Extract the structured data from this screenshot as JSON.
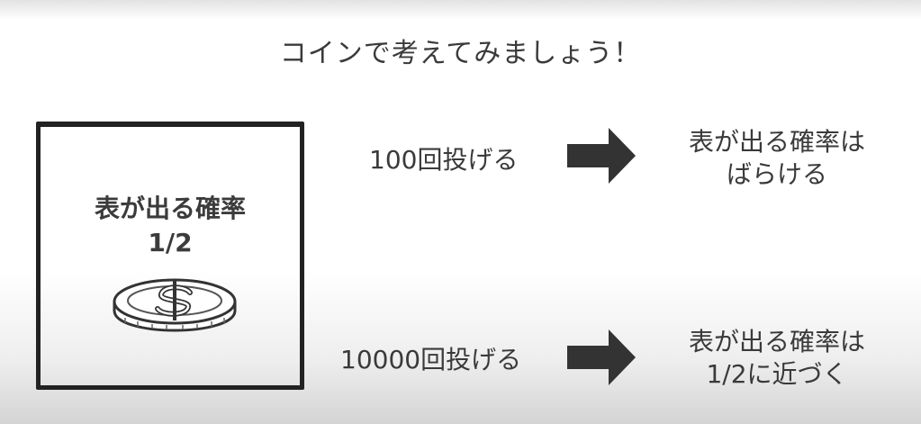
{
  "title": "コインで考えてみましょう！",
  "box": {
    "label_line1": "表が出る確率",
    "label_line2": "1/2",
    "coin_icon": "dollar-coin-icon"
  },
  "rows": [
    {
      "label": "100回投げる",
      "arrow_icon": "right-arrow-icon",
      "result_line1": "表が出る確率は",
      "result_line2": "ばらける"
    },
    {
      "label": "10000回投げる",
      "arrow_icon": "right-arrow-icon",
      "result_line1": "表が出る確率は",
      "result_line2": "1/2に近づく"
    }
  ],
  "colors": {
    "text": "#3a3a3a",
    "border": "#222222",
    "arrow": "#333333"
  }
}
